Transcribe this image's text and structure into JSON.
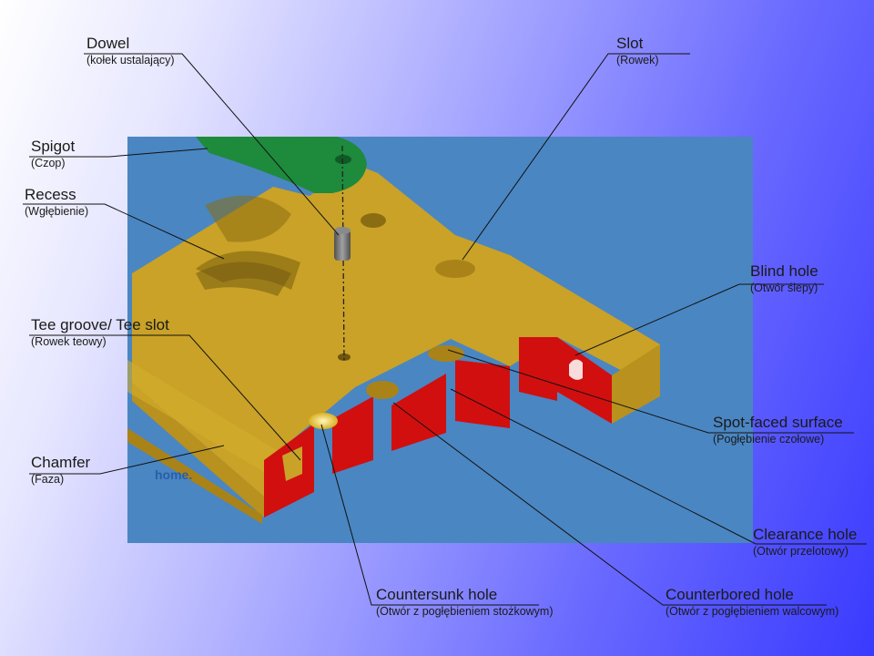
{
  "labels": {
    "dowel": {
      "title": "Dowel",
      "subtitle": "(kołek ustalający)"
    },
    "slot": {
      "title": "Slot",
      "subtitle": "(Rowek)"
    },
    "spigot": {
      "title": "Spigot",
      "subtitle": "(Czop)"
    },
    "recess": {
      "title": "Recess",
      "subtitle": "(Wgłębienie)"
    },
    "blind_hole": {
      "title": "Blind hole",
      "subtitle": "(Otwór ślepy)"
    },
    "tee_groove": {
      "title": "Tee groove/ Tee slot",
      "subtitle": "(Rowek teowy)"
    },
    "spot_faced": {
      "title": "Spot-faced surface",
      "subtitle": "(Pogłębienie czołowe)"
    },
    "chamfer": {
      "title": "Chamfer",
      "subtitle": "(Faza)"
    },
    "clearance_hole": {
      "title": "Clearance hole",
      "subtitle": "(Otwór przelotowy)"
    },
    "countersunk_hole": {
      "title": "Countersunk hole",
      "subtitle": "(Otwór z pogłębieniem stożkowym)"
    },
    "counterbored_hole": {
      "title": "Counterbored hole",
      "subtitle": "(Otwór z pogłębieniem walcowym)"
    }
  },
  "watermark": {
    "text": "home."
  },
  "colors": {
    "photo_background": "#4a86c2",
    "part_top": "#c9a227",
    "part_side": "#b8911e",
    "cut_faces": "#d10f0f",
    "spigot_part": "#1e8a3c",
    "dowel_pin": "#707070"
  }
}
